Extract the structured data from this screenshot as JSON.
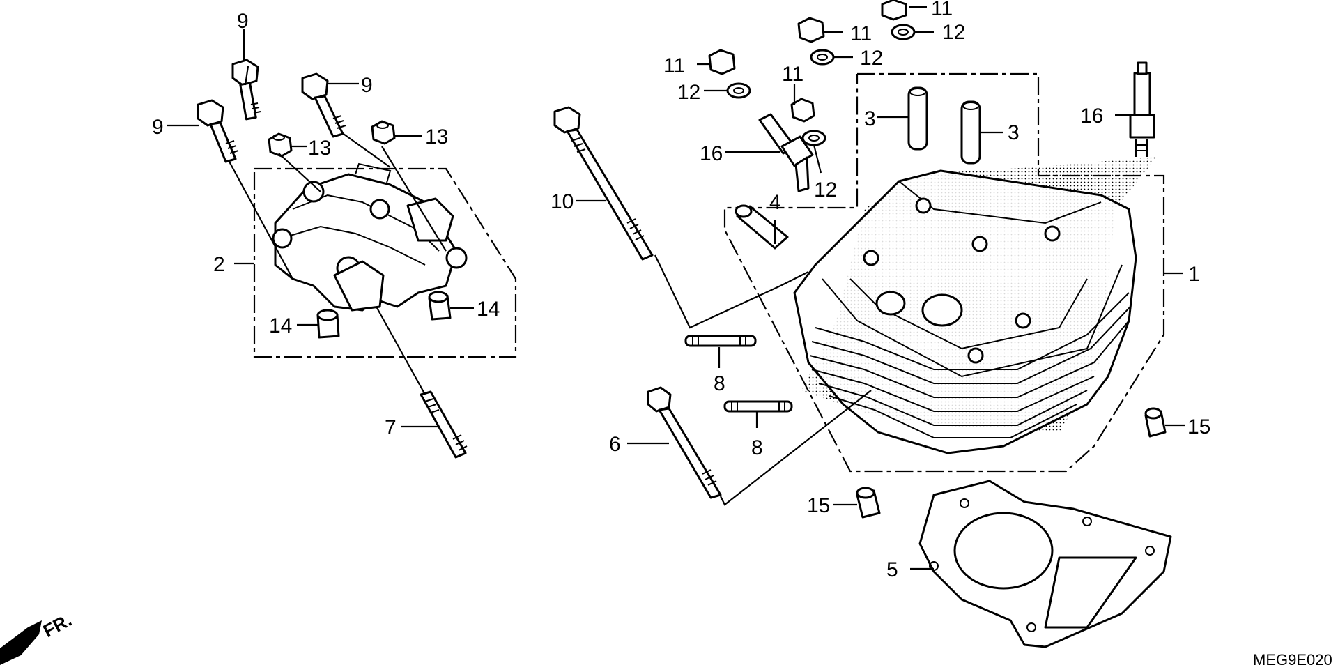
{
  "diagram": {
    "callouts": {
      "c1": "1",
      "c2": "2",
      "c3a": "3",
      "c3b": "3",
      "c4": "4",
      "c5": "5",
      "c6": "6",
      "c7": "7",
      "c8a": "8",
      "c8b": "8",
      "c9a": "9",
      "c9b": "9",
      "c9c": "9",
      "c10": "10",
      "c11a": "11",
      "c11b": "11",
      "c11c": "11",
      "c11d": "11",
      "c12a": "12",
      "c12b": "12",
      "c12c": "12",
      "c12d": "12",
      "c13a": "13",
      "c13b": "13",
      "c14a": "14",
      "c14b": "14",
      "c15a": "15",
      "c15b": "15",
      "c16a": "16",
      "c16b": "16"
    },
    "drawing_code": "MEG9E020",
    "direction_label": "FR."
  }
}
